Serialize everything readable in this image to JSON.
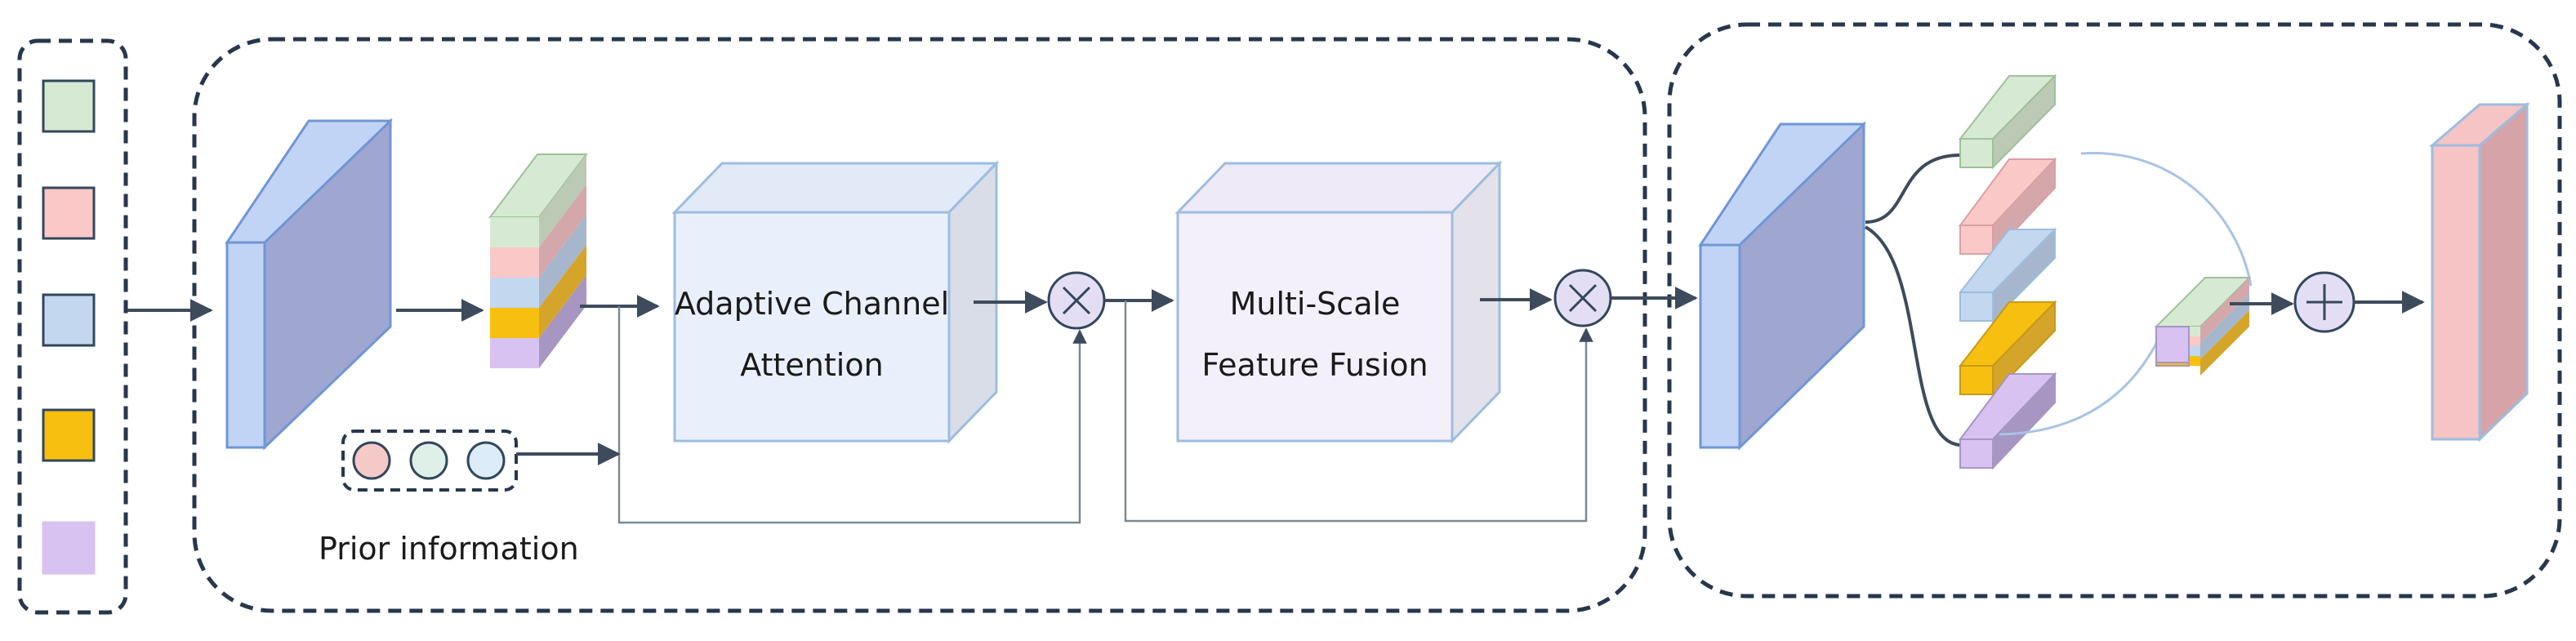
{
  "labels": {
    "block1": [
      "Adaptive Channel",
      "Attention"
    ],
    "block2": [
      "Multi-Scale",
      "Feature Fusion"
    ],
    "prior": "Prior information"
  },
  "legend_colors": [
    "#d6ead3",
    "#fbc8c8",
    "#c3d8ee",
    "#f7bf10",
    "#d8c2f2"
  ],
  "colors": {
    "dashed_border": "#27374d",
    "arrow": "#3d4b5c",
    "feature_front": "#c2d4f6",
    "feature_side": "#9fa6d0",
    "feature_edge": "#6f96d6",
    "block1_face": "#eaf0fb",
    "block2_face": "#f3f0fb",
    "output_face": "#f6c4c4",
    "output_side": "#d6a3a8",
    "operator_fill": "#e4def5"
  },
  "operators": {
    "multiply": "×",
    "add": "+"
  },
  "icons": [
    "multiply-operator-icon",
    "add-operator-icon",
    "feature-map-icon",
    "channel-stack-icon",
    "cube-block-icon"
  ]
}
